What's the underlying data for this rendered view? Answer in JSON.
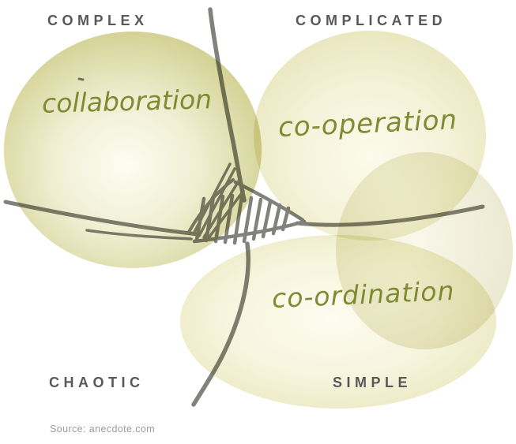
{
  "diagram": {
    "quadrants": [
      {
        "id": "complex",
        "label": "COMPLEX",
        "position": "top-left"
      },
      {
        "id": "complicated",
        "label": "COMPLICATED",
        "position": "top-right"
      },
      {
        "id": "chaotic",
        "label": "CHAOTIC",
        "position": "bottom-left"
      },
      {
        "id": "simple",
        "label": "SIMPLE",
        "position": "bottom-right"
      }
    ],
    "blobs": [
      {
        "id": "collaboration",
        "label": "collaboration",
        "quadrant": "complex"
      },
      {
        "id": "co-operation",
        "label": "co-operation",
        "quadrant": "complicated"
      },
      {
        "id": "co-ordination",
        "label": "co-ordination",
        "quadrant": "simple"
      }
    ],
    "source": "Source: anecdote.com",
    "colors": {
      "background": "#ffffff",
      "quadrant_label": "#58585a",
      "handwritten_label": "#7e8b33",
      "source_text": "#9b9b9b",
      "ink": "#82827c",
      "blob_center": "#fdfdf3",
      "collaboration_mid": "#f0efd3",
      "collaboration_edge": "#cfcd8a",
      "cooperation_center": "#fcfbec",
      "cooperation_mid": "#f4f2d8",
      "cooperation_edge": "#e9e6bd",
      "right_circle_center": "#f9f8ea",
      "right_circle_edge": "#eae8cf",
      "coordination_center": "#fdfcf0",
      "coordination_mid": "#f7f5de",
      "coordination_edge": "#eae8c1"
    }
  }
}
